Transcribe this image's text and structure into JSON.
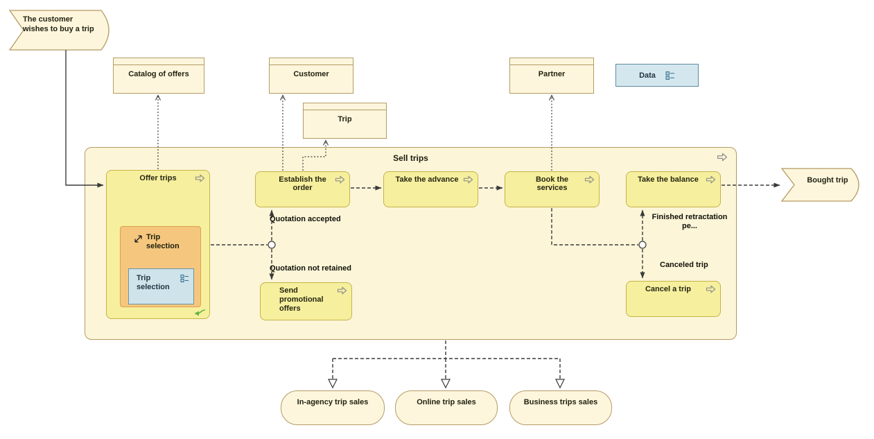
{
  "colors": {
    "canvas_bg": "#ffffff",
    "cream_fill": "#fdf6dc",
    "cream_border": "#b49a64",
    "container_fill": "#fcf5d8",
    "process_fill": "#f6ef9e",
    "process_border": "#c5b446",
    "orange_fill": "#f5c77e",
    "orange_border": "#dd9f4e",
    "blue_fill": "#cfe3ea",
    "blue_border": "#6a93a5",
    "wire_color": "#3a3a3a"
  },
  "icons": {
    "process": "white-right-arrow",
    "data": "data-object-squares",
    "interaction": "diagonal-double-arrow",
    "loop": "green-curved-return-arrow"
  },
  "start_event": {
    "lines": [
      "The customer",
      "wishes to buy a trip"
    ]
  },
  "end_event": {
    "label": "Bought trip"
  },
  "data_objects": {
    "catalog": {
      "label": "Catalog of offers"
    },
    "customer": {
      "label": "Customer"
    },
    "trip": {
      "label": "Trip"
    },
    "partner": {
      "label": "Partner"
    }
  },
  "data_legend": {
    "label": "Data"
  },
  "container": {
    "title": "Sell trips"
  },
  "processes": {
    "offer_trips": {
      "label": "Offer trips"
    },
    "trip_selection_outer": {
      "label": "Trip selection"
    },
    "trip_selection_inner": {
      "label": "Trip selection"
    },
    "establish_order": {
      "label": "Establish the order"
    },
    "take_advance": {
      "label": "Take the advance"
    },
    "book_services": {
      "label": "Book the services"
    },
    "take_balance": {
      "label": "Take the balance"
    },
    "send_promotional": {
      "label": "Send promotional offers"
    },
    "cancel_trip": {
      "label": "Cancel a trip"
    }
  },
  "flow_labels": {
    "quotation_accepted": "Quotation accepted",
    "quotation_not_retained": "Quotation not retained",
    "finished_retractation": "Finished retractation pe...",
    "canceled_trip": "Canceled trip"
  },
  "channels": {
    "in_agency": {
      "label": "In-agency trip sales"
    },
    "online": {
      "label": "Online trip sales"
    },
    "business": {
      "label": "Business trips sales"
    }
  }
}
